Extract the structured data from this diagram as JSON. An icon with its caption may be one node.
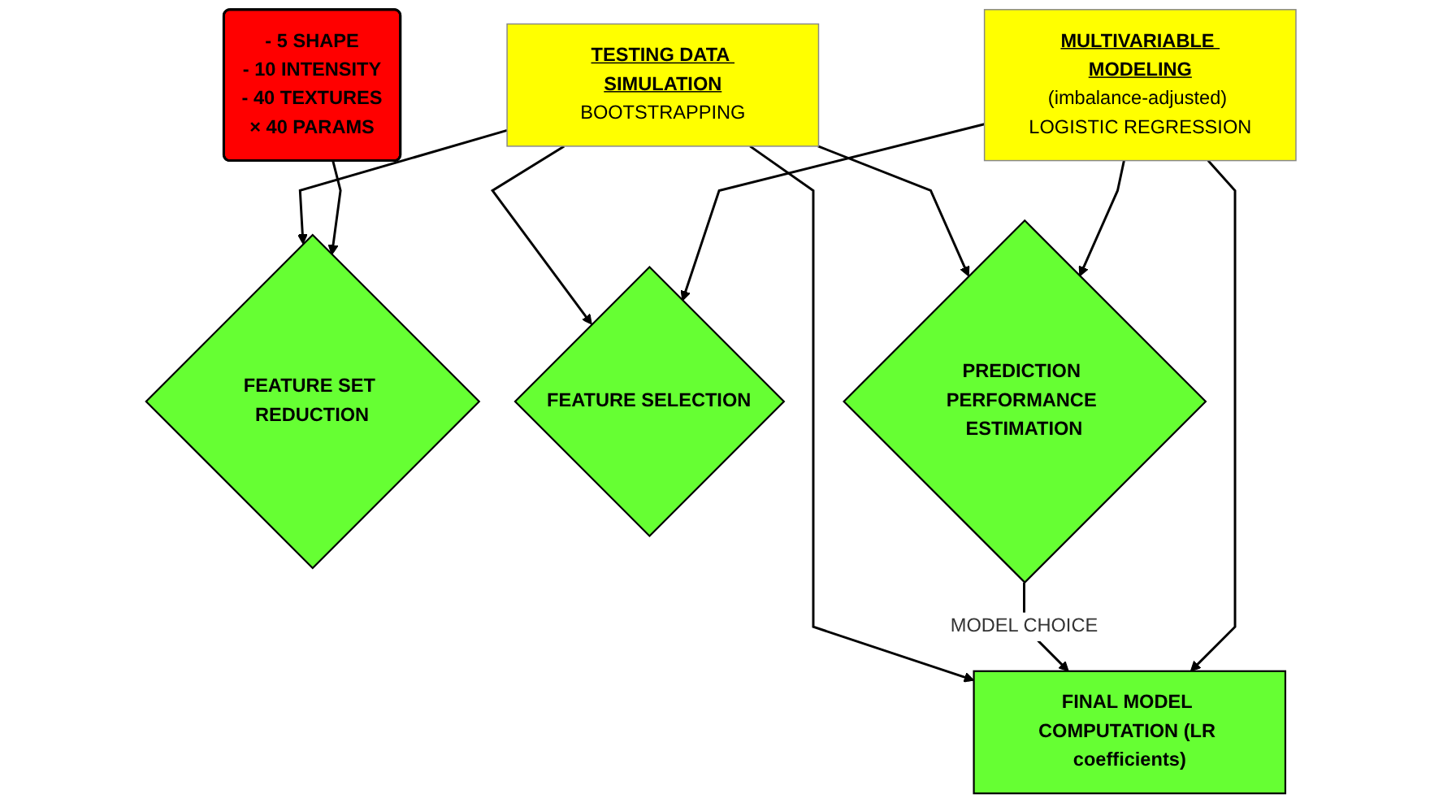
{
  "diagram": {
    "nodes": [
      {
        "text": [
          "- 5 SHAPE",
          "- 10 INTENSITY",
          "- 40 TEXTURES",
          "× 40 PARAMS"
        ]
      },
      {
        "text": [
          "MULTIVARIABLE MODELING",
          "(imbalance-adjusted) LOGISTIC REGRESSION"
        ]
      },
      {
        "text": [
          "FEATURE SET REDUCTION"
        ]
      },
      {
        "text": [
          "FEATURE SELECTION"
        ]
      },
      {
        "text": [
          "PREDICTION PERFORMANCE ESTIMATION"
        ]
      },
      {
        "text": [
          "FINAL MODEL COMPUTATION (LR coefficients)"
        ]
      },
      {
        "text": [
          "TESTING DATA SIMULATION",
          "BOOTSTRAPPING"
        ]
      }
    ],
    "edges": [
      {
        "from": 0,
        "to": 2,
        "arrow": "to"
      },
      {
        "from": 1,
        "to": 3,
        "arrow": "to"
      },
      {
        "from": 1,
        "to": 4,
        "arrow": "to"
      },
      {
        "from": 1,
        "to": 5,
        "arrow": "to"
      },
      {
        "from": 4,
        "to": 5,
        "label": "MODEL CHOICE",
        "arrow": "to"
      },
      {
        "from": 6,
        "to": 2,
        "arrow": "to"
      },
      {
        "from": 6,
        "to": 3,
        "arrow": "to"
      },
      {
        "from": 6,
        "to": 4,
        "arrow": "to"
      },
      {
        "from": 6,
        "to": 5,
        "arrow": "to"
      }
    ]
  }
}
